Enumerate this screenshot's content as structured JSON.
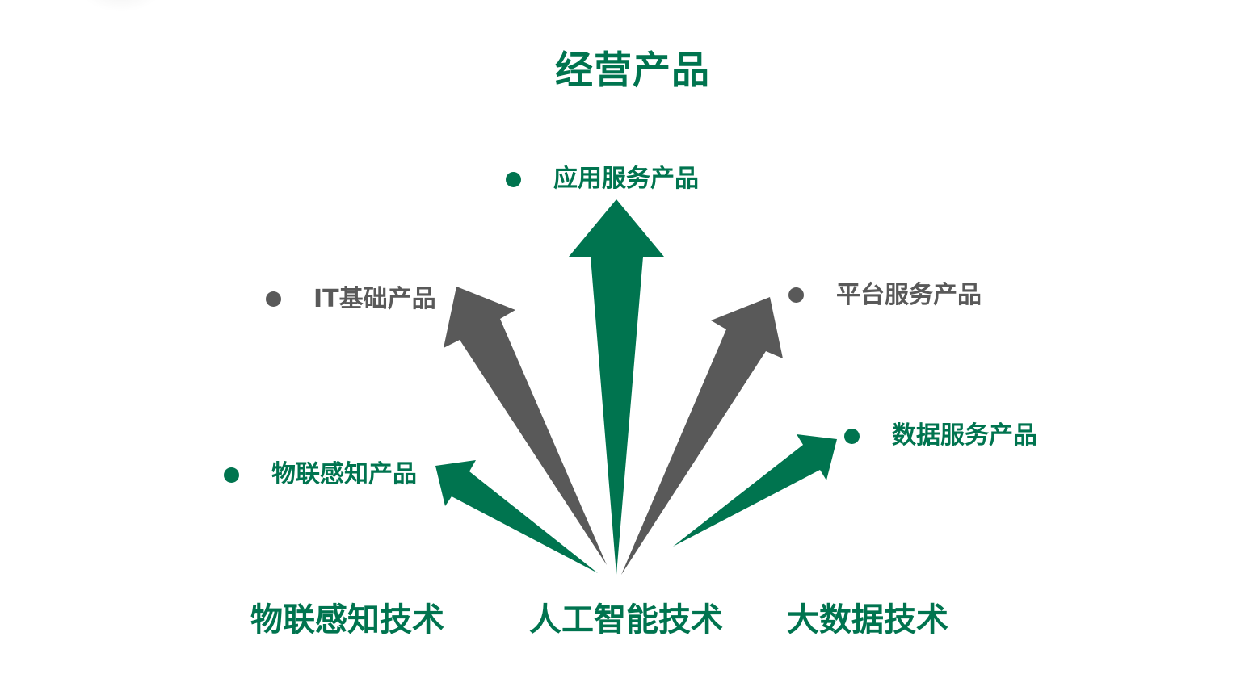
{
  "title": "经营产品",
  "colors": {
    "green": "#00744f",
    "gray": "#595959"
  },
  "products": [
    {
      "label": "应用服务产品",
      "color": "green"
    },
    {
      "label": "IT基础产品",
      "color": "gray"
    },
    {
      "label": "平台服务产品",
      "color": "gray"
    },
    {
      "label": "数据服务产品",
      "color": "green"
    },
    {
      "label": "物联感知产品",
      "color": "green"
    }
  ],
  "technologies": [
    {
      "label": "物联感知技术"
    },
    {
      "label": "人工智能技术"
    },
    {
      "label": "大数据技术"
    }
  ]
}
